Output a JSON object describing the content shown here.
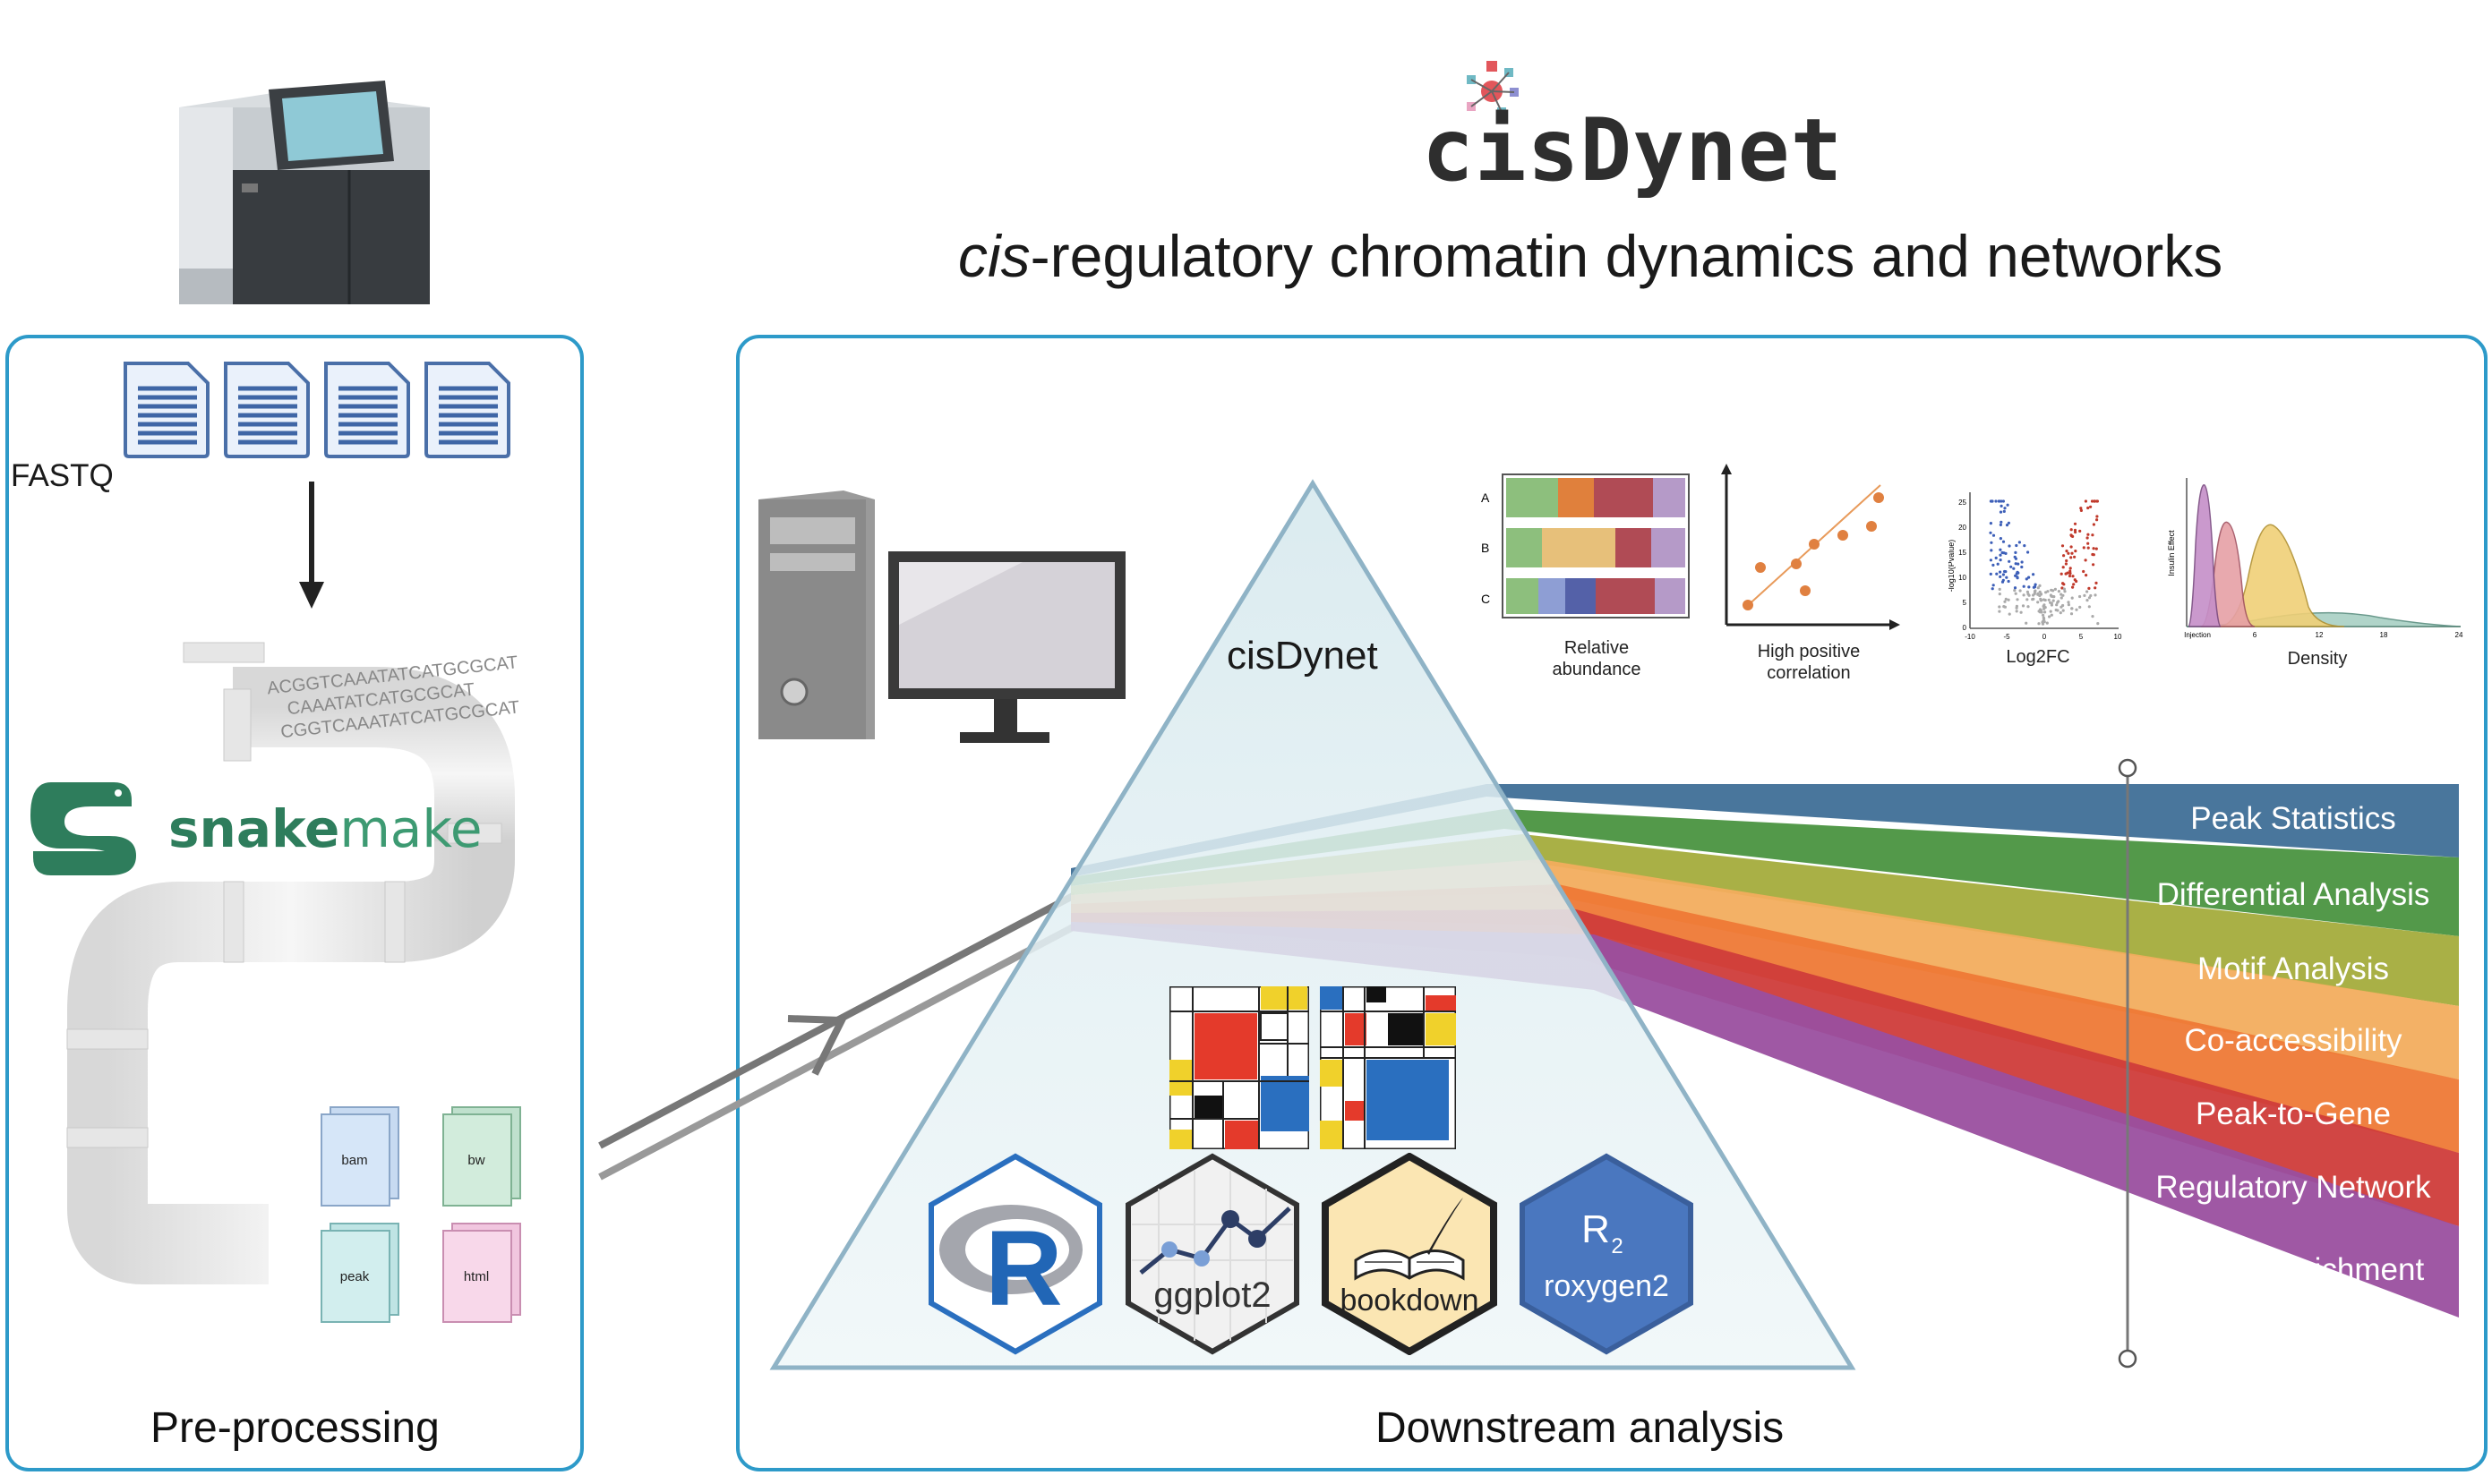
{
  "header": {
    "title": "cisDynet",
    "subtitle_italic": "cis",
    "subtitle_rest": "-regulatory chromatin dynamics and networks"
  },
  "left_panel": {
    "input_label": "FASTQ",
    "pipeline_tool": "snakemake",
    "pipeline_tool_parts": [
      "snake",
      "make"
    ],
    "pipe_sequence": [
      "ACGGTCAAATATCATGCGCAT",
      "CAAATATCATGCGCAT",
      "CGGTCAAATATCATGCGCAT"
    ],
    "output_files": [
      "bam",
      "bw",
      "peak",
      "html"
    ],
    "label": "Pre-processing"
  },
  "right_panel": {
    "prism_label": "cisDynet",
    "label": "Downstream analysis",
    "mini_charts": [
      {
        "caption": "Relative\nabundance",
        "rows": [
          "A",
          "B",
          "C"
        ]
      },
      {
        "caption": "High positive\ncorrelation"
      },
      {
        "caption": "Log2FC",
        "y_label": "-log10(Pvalue)",
        "x_ticks": [
          "-10",
          "-5",
          "0",
          "5",
          "10"
        ],
        "y_ticks": [
          "0",
          "5",
          "10",
          "15",
          "20",
          "25"
        ]
      },
      {
        "caption": "Density",
        "y_label": "Insulin Effect",
        "x_ticks": [
          "Injection",
          "6",
          "12",
          "18",
          "24"
        ]
      }
    ],
    "packages": [
      "R",
      "ggplot2",
      "bookdown",
      "roxygen2"
    ],
    "roxygen_mark": "R",
    "roxygen_sub": "2",
    "analyses": [
      {
        "label": "Peak Statistics",
        "color": "#3f6f97"
      },
      {
        "label": "Differential Analysis",
        "color": "#4a9440"
      },
      {
        "label": "Motif Analysis",
        "color": "#a4ac3c"
      },
      {
        "label": "Co-accessibility",
        "color": "#f2ad5e"
      },
      {
        "label": "Peak-to-Gene",
        "color": "#ee7936"
      },
      {
        "label": "Regulatory Network",
        "color": "#cf3c3a"
      },
      {
        "label": "GWAS Enrichment",
        "color": "#9a4f9f"
      }
    ]
  }
}
